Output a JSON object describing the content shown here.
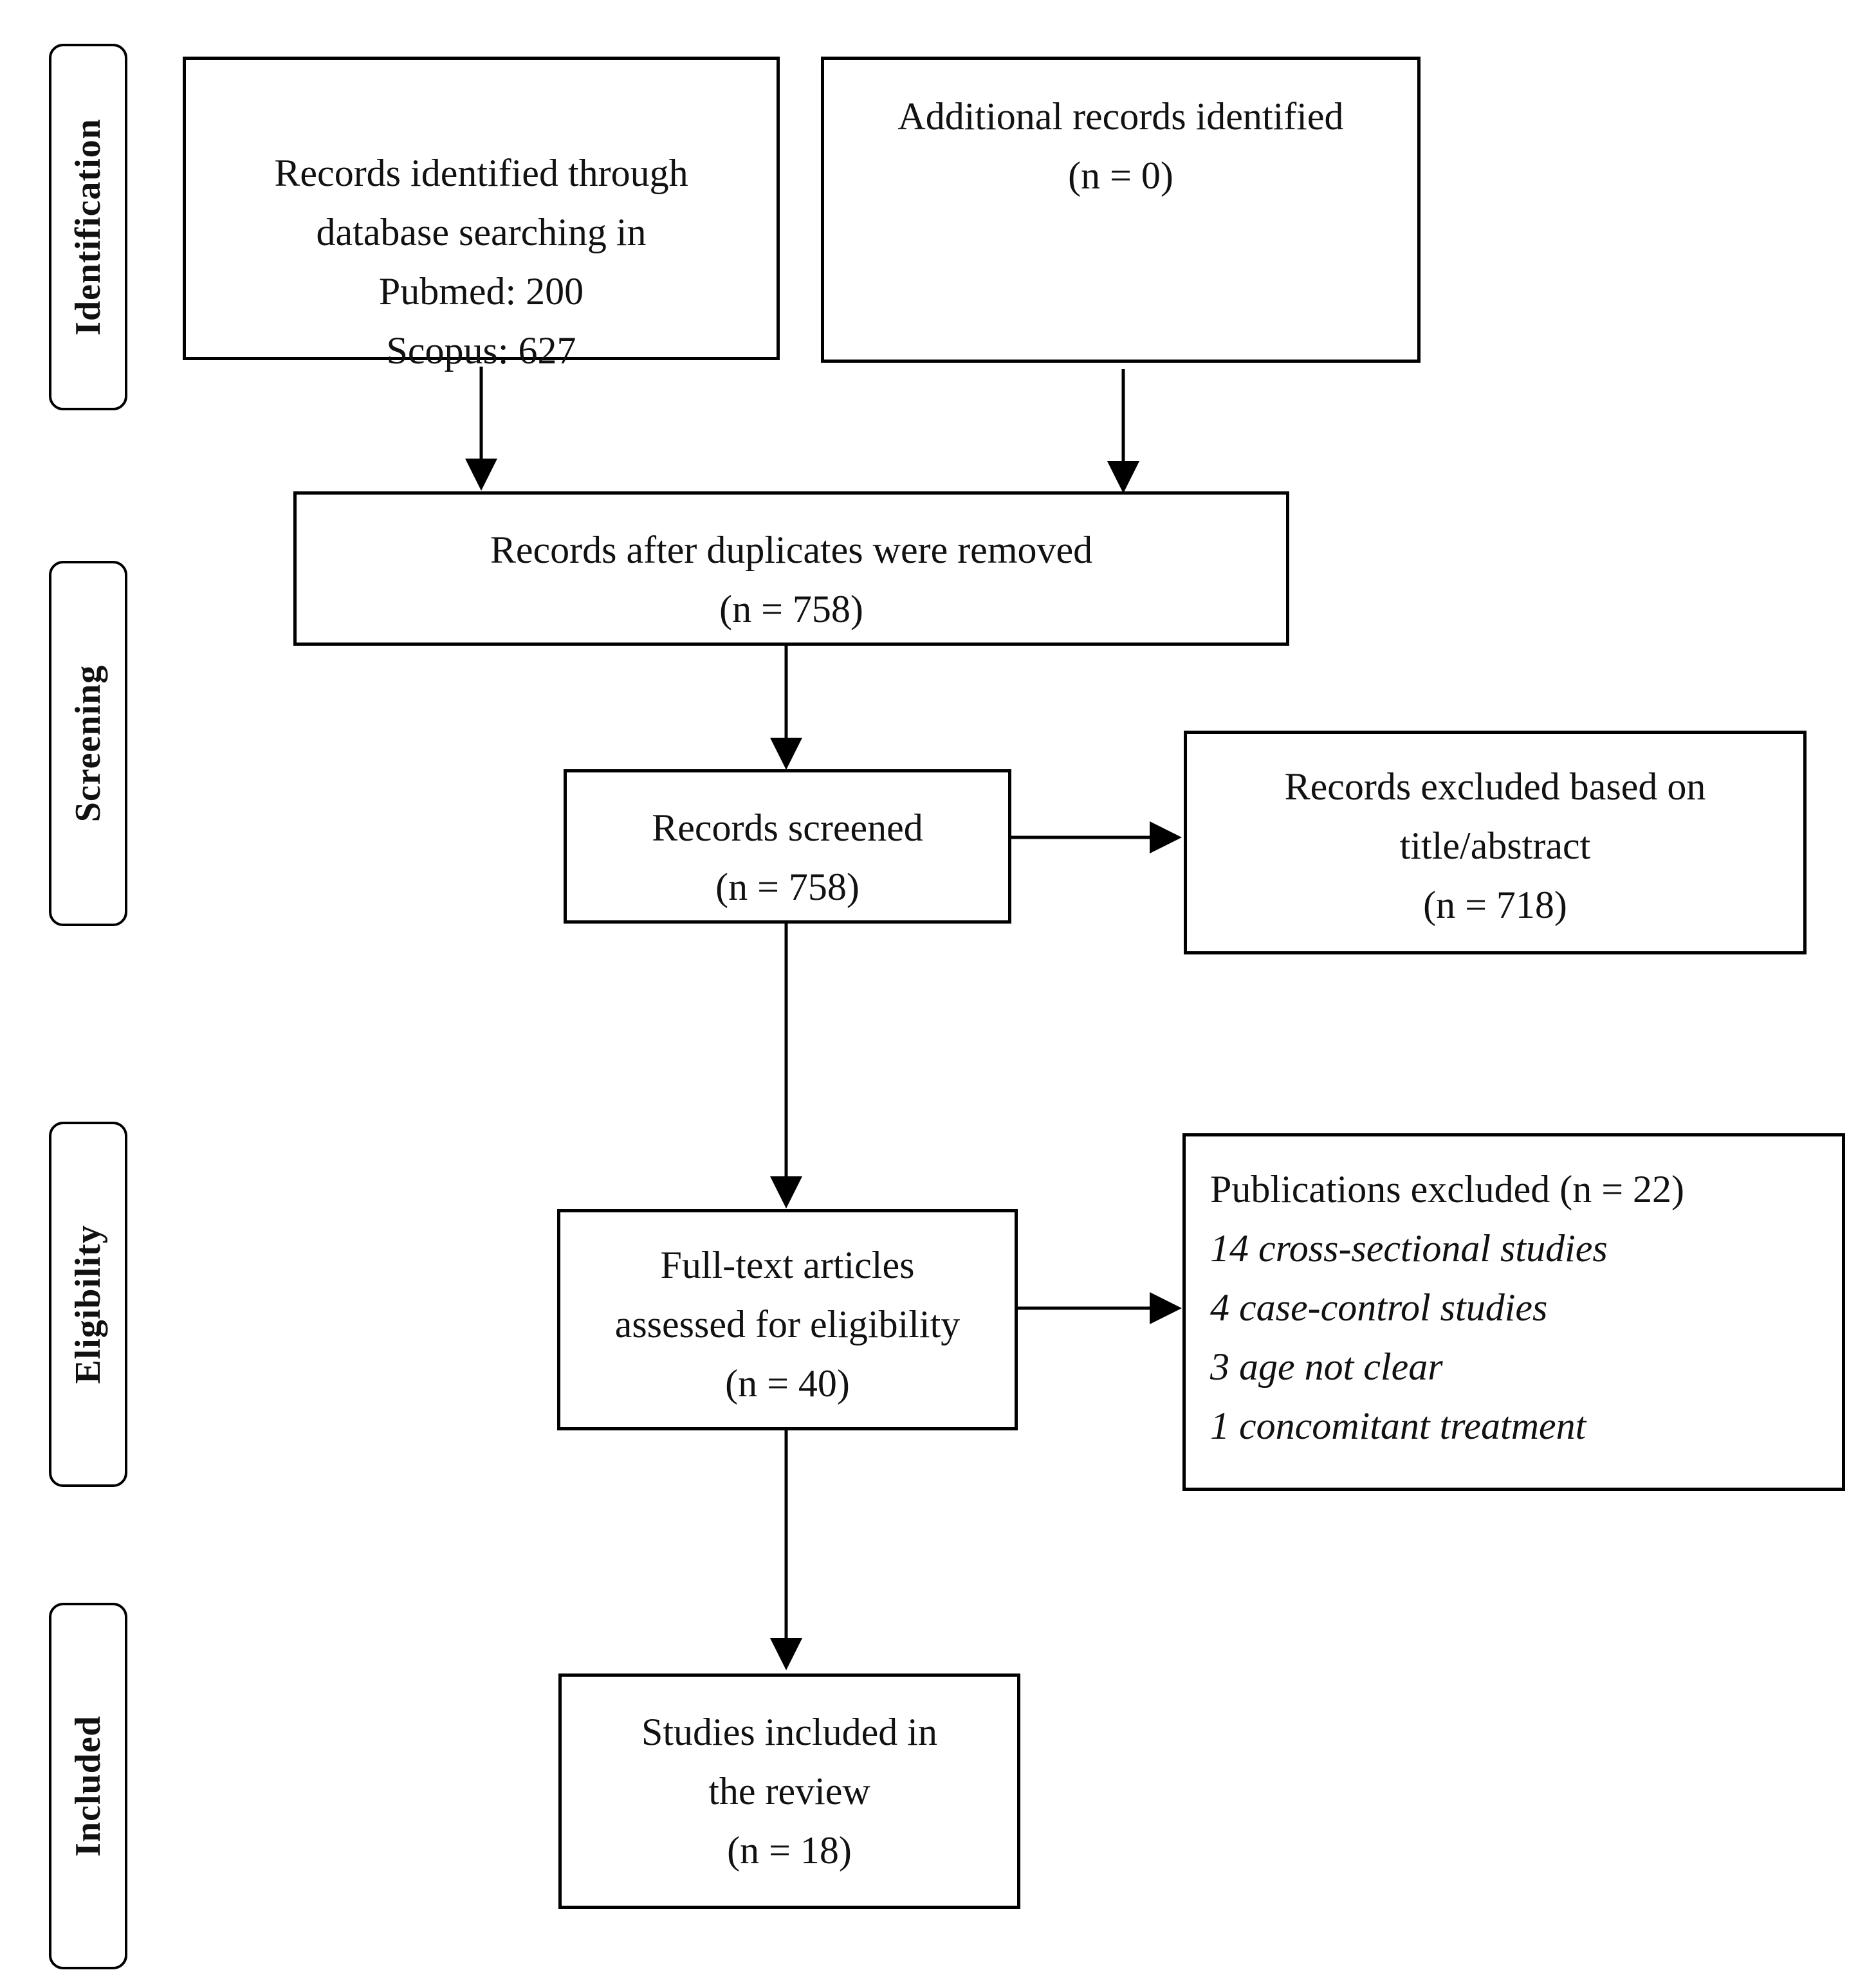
{
  "stages": {
    "identification": "Identification",
    "screening": "Screening",
    "eligibility": "Eligibility",
    "included": "Included"
  },
  "boxes": {
    "database": {
      "lines": [
        "Records identified through",
        "database searching in",
        "Pubmed: 200",
        "Scopus: 627"
      ]
    },
    "additional": {
      "lines": [
        "Additional records identified",
        "(n = 0)"
      ]
    },
    "duplicates": {
      "lines": [
        "Records after duplicates were removed",
        "(n = 758)"
      ]
    },
    "screened": {
      "lines": [
        "Records screened",
        "(n = 758)"
      ]
    },
    "excluded_title": {
      "lines": [
        "Records excluded based on",
        "title/abstract",
        "(n = 718)"
      ]
    },
    "fulltext": {
      "lines": [
        "Full-text articles",
        "assessed for eligibility",
        "(n = 40)"
      ]
    },
    "publications_excluded": {
      "title": "Publications excluded (n = 22)",
      "reasons": [
        "14 cross-sectional studies",
        "4 case-control studies",
        "3 age not clear",
        "1 concomitant treatment"
      ]
    },
    "included": {
      "lines": [
        "Studies included in",
        "the review",
        "(n = 18)"
      ]
    }
  }
}
